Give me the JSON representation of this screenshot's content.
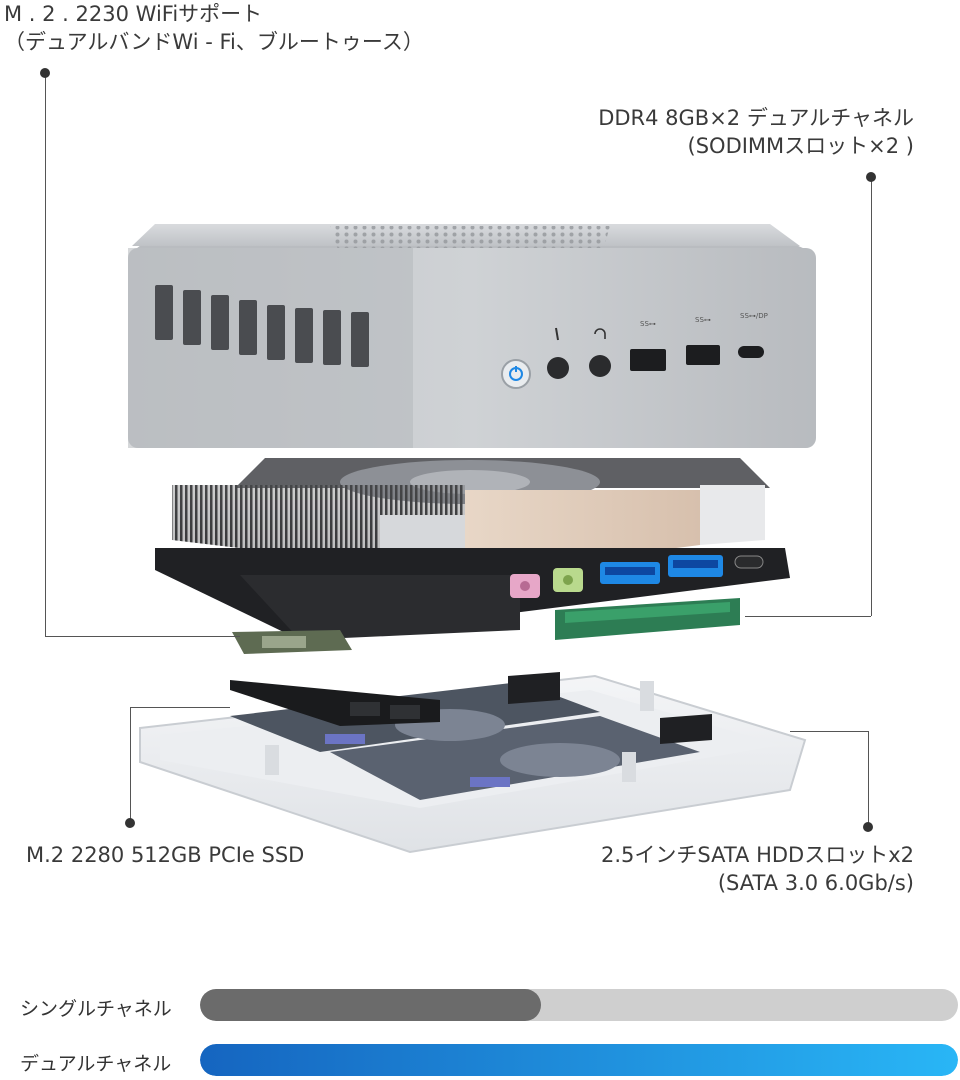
{
  "annotations": {
    "wifi": {
      "line1": "M . 2 . 2230 WiFiサポート",
      "line2": "（デュアルバンドWi - Fi、ブルートゥース）"
    },
    "ram": {
      "line1": "DDR4 8GB×2 デュアルチャネル",
      "line2": "(SODIMMスロット×2 )"
    },
    "ssd": {
      "line1": "M.2 2280 512GB PCIe SSD"
    },
    "hdd": {
      "line1": "2.5インチSATA HDDスロットx2",
      "line2": "(SATA 3.0 6.0Gb/s)"
    }
  },
  "comparison": {
    "single": {
      "label": "シングルチャネル",
      "fill_fraction": 0.45,
      "fill_color": "#6b6b6b",
      "track_color": "#cfcfcf"
    },
    "dual": {
      "label": "デュアルチャネル",
      "fill_fraction": 1.0,
      "fill_color_start": "#1565c0",
      "fill_color_end": "#29b6f6"
    }
  },
  "colors": {
    "leader_line": "#555555",
    "case": "#c8cacd",
    "usb_port": "#1e88e5",
    "audio_pink": "#e4a8c8",
    "audio_green": "#b5d58a"
  },
  "icons": [
    "power-icon",
    "microphone-icon",
    "headphone-icon",
    "usb-icon",
    "usb-c-icon"
  ]
}
